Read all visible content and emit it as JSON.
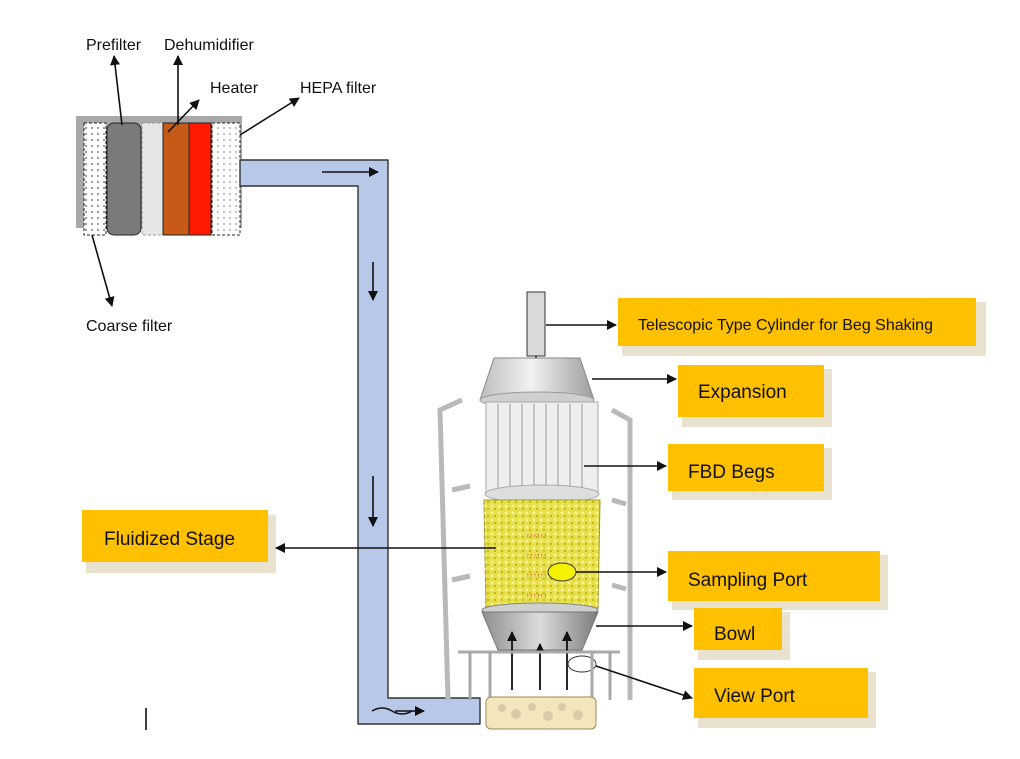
{
  "labels": {
    "prefilter": "Prefilter",
    "dehumidifier": "Dehumidifier",
    "heater": "Heater",
    "hepa_filter": "HEPA filter",
    "coarse_filter": "Coarse filter"
  },
  "boxes": {
    "telescopic": "Telescopic Type Cylinder for Beg Shaking",
    "expansion": "Expansion",
    "fbd_begs": "FBD Begs",
    "fluidized_stage": "Fluidized Stage",
    "sampling_port": "Sampling Port",
    "bowl": "Bowl",
    "view_port": "View Port"
  },
  "colors": {
    "duct": "#b8c8e8",
    "label_box": "#ffc000",
    "bed": "#e8e04a",
    "heater": "#ff1a00",
    "dehumidifier": "#c85a18",
    "prefilter": "#7a7a7a"
  }
}
